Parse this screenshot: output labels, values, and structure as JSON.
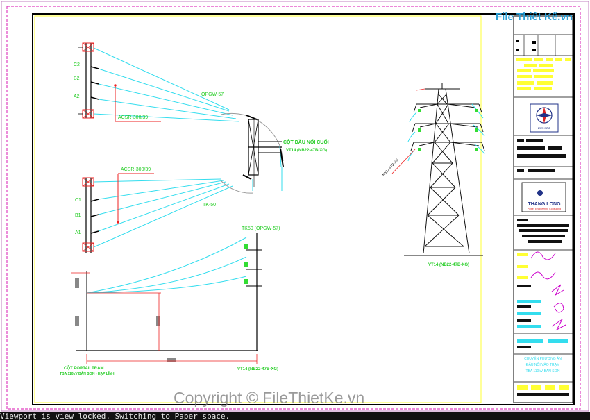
{
  "colors": {
    "border_magenta": "#e040c0",
    "frame_black": "#000000",
    "conductor_cyan": "#33ddee",
    "label_green": "#22cc22",
    "dim_red": "#ee2222",
    "legend_cyan": "#33ddee",
    "legend_yellow": "#ffff33",
    "tower_black": "#111111"
  },
  "labels": {
    "phase_c2": "C2",
    "phase_b2": "B2",
    "phase_a2": "A2",
    "phase_c1": "C1",
    "phase_b1": "B1",
    "phase_a1": "A1",
    "opgw_top": "OPGW-57",
    "acsr_top": "ACSR-300/39",
    "acsr_bottom": "ACSR-300/39",
    "tk50": "TK-50",
    "end_tower_title": "CỘT ĐẦU NỐI CUỐI",
    "end_tower_code": "VT14 (NB22-47B-XG)",
    "profile_label": "TK50 (OPGW-57)",
    "portal_title": "CỘT PORTAL TRẠM",
    "portal_sub": "TBA 110kV BẢN SƠN - HẠP LĨNH",
    "profile_tower": "VT14 (NB22-47B-XG)",
    "tower_caption": "VT14 (NB22-47B-XG)",
    "tower_dim": "NB22-47B-XG",
    "title_note_1": "CHUYỂN PHƯƠNG ÁN",
    "title_note_2": "ĐẤU NỐI VÀO TRẠM",
    "title_note_3": "TBA 110kV BẢN SƠN",
    "logo_thanglong": "THANG LONG",
    "logo_thanglong_sub": "Power Engineering Consulting",
    "logo_evn": "EVN NPC"
  },
  "watermark": {
    "logo": "File Thiết Kế.vn",
    "copyright": "Copyright © FileThietKe.vn"
  },
  "status": {
    "message": "Viewport is view locked. Switching to Paper space."
  }
}
